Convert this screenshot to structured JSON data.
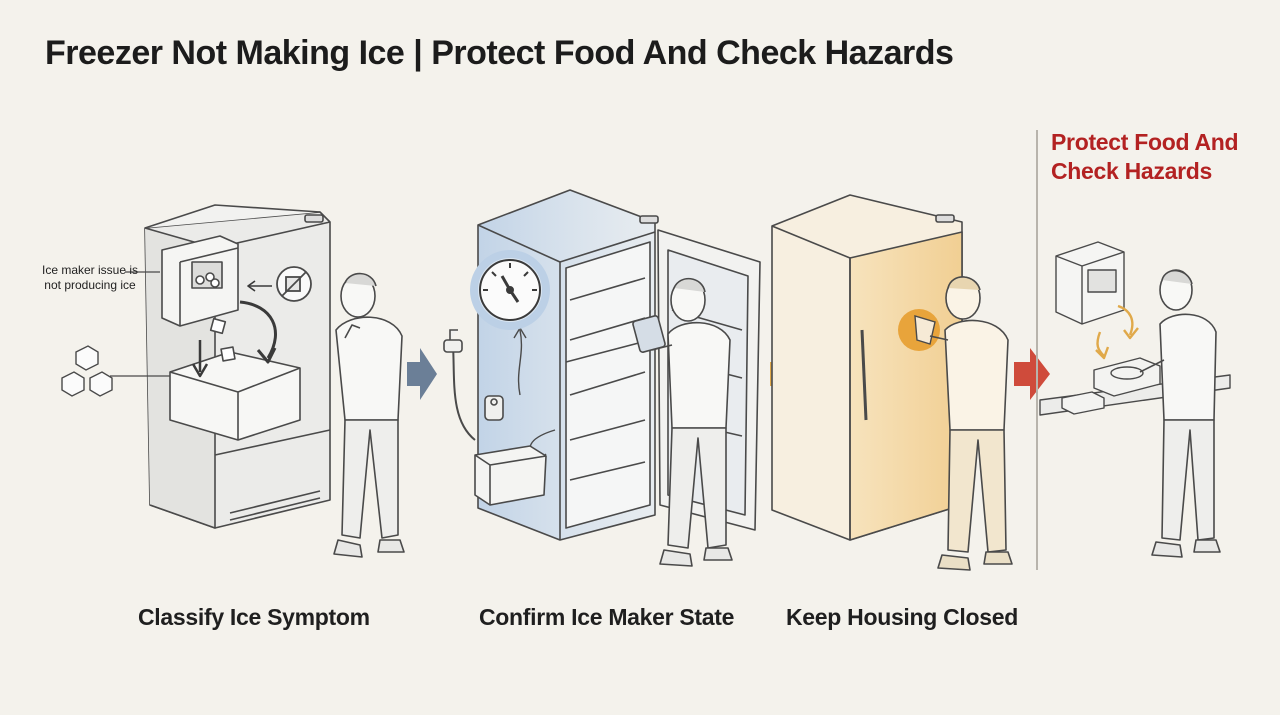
{
  "title": "Freezer Not Making Ice | Protect Food And Check Hazards",
  "steps": [
    {
      "label": "Classify Ice Symptom"
    },
    {
      "label": "Confirm Ice Maker State"
    },
    {
      "label": "Keep Housing Closed"
    }
  ],
  "side_panel": {
    "title": "Protect Food And Check Hazards"
  },
  "callout": {
    "text": "Ice maker issue is not producing ice"
  },
  "colors": {
    "background": "#f4f2ec",
    "step1_arrow": "#6b7f97",
    "step2_arrow": "#e0a94a",
    "step3_arrow": "#cf4b3b",
    "side_title": "#b32222",
    "blue_highlight": "#bcd0e6",
    "amber_highlight": "#f3d29a"
  },
  "icons": [
    "no-ice-icon",
    "thermometer-gauge-icon",
    "water-valve-icon",
    "ice-cube-icon",
    "hand-icon",
    "arrow-right-icon"
  ]
}
